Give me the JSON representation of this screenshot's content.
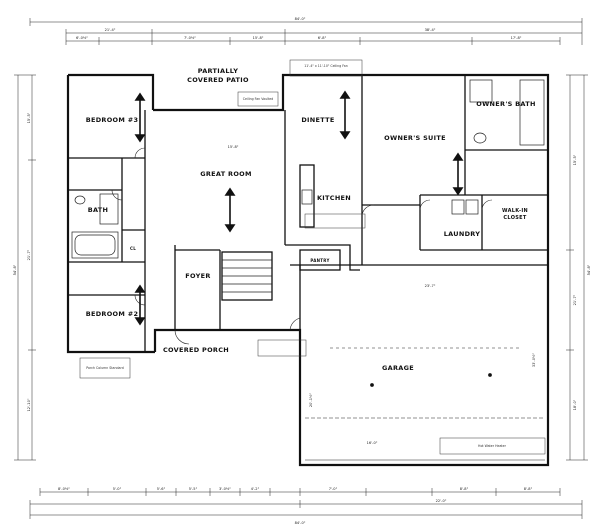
{
  "plan": {
    "rooms": {
      "bedroom3": "BEDROOM #3",
      "bedroom2": "BEDROOM #2",
      "bath": "BATH",
      "great_room": "GREAT ROOM",
      "foyer": "FOYER",
      "covered_porch": "COVERED PORCH",
      "partially_covered_patio_1": "PARTIALLY",
      "partially_covered_patio_2": "COVERED PATIO",
      "dinette": "DINETTE",
      "kitchen": "KITCHEN",
      "pantry": "PANTRY",
      "owners_suite": "OWNER'S SUITE",
      "owners_bath": "OWNER'S BATH",
      "laundry": "LAUNDRY",
      "walkin_closet_1": "WALK-IN",
      "walkin_closet_2": "CLOSET",
      "garage": "GARAGE",
      "closet": "CL"
    },
    "dims": {
      "overall_top": "84'-0\"",
      "overall_bottom": "84'-0\"",
      "left_total": "54'-8\"",
      "right_total": "54'-8\"",
      "top_left": "21'-4\"",
      "top_right": "38'-4\"",
      "top_a": "6'-0½\"",
      "top_b": "7'-0½\"",
      "top_c": "15'-8\"",
      "top_d": "6'-8\"",
      "top_e": "17'-8\"",
      "left_a": "15'-5\"",
      "left_b": "21'-7\"",
      "left_c": "12'-10\"",
      "right_a": "15'-5\"",
      "right_b": "21'-7\"",
      "right_c": "18'-0\"",
      "bottom_a": "8'-0½\"",
      "bottom_b": "5'-0\"",
      "bottom_c": "5'-6\"",
      "bottom_d": "5'-5\"",
      "bottom_e": "3'-0½\"",
      "bottom_f": "4'-2\"",
      "bottom_g": "7'-0\"",
      "bottom_h": "8'-8\"",
      "bottom_i": "8'-8\"",
      "bottom_j": "22'-0\"",
      "great_room_w": "15'-8\"",
      "garage_w": "23'-7\"",
      "garage_door_1": "16'-0\"",
      "garage_d": "33'-0½\"",
      "garage_d2": "20'-1½\""
    },
    "notes": {
      "patio_note": "11'-4\" x 11'-10\" Ceiling Fan",
      "great_room_note": "Ceiling Fan Vaulted",
      "garage_note": "Hot Water Heater",
      "porch_note": "Porch Column Standard"
    }
  }
}
